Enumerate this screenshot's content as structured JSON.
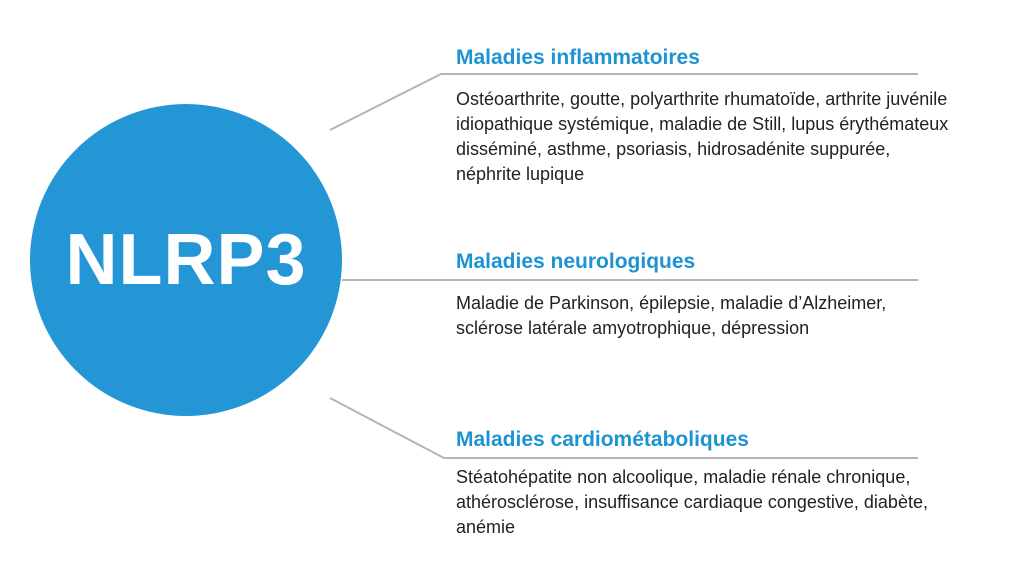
{
  "hub": {
    "label": "NLRP3",
    "color": "#2596d5"
  },
  "accent_color": "#1e93d2",
  "connector_color": "#b5b5b5",
  "categories": [
    {
      "title": "Maladies inflammatoires",
      "diseases": "Ostéoarthrite, goutte, polyarthrite rhumatoïde, arthrite juvénile idiopathique systémique, maladie de Still, lupus érythémateux disséminé, asthme, psoriasis, hidrosadénite suppurée, néphrite lupique"
    },
    {
      "title": "Maladies neurologiques",
      "diseases": "Maladie de Parkinson, épilepsie, maladie d’Alzhei­mer, sclérose latérale amyotrophique, dépression"
    },
    {
      "title": "Maladies cardiométaboliques",
      "diseases": "Stéatohépatite non alcoolique, maladie rénale chronique, athérosclérose, insuffisance cardiaque congestive, diabète, anémie"
    }
  ]
}
